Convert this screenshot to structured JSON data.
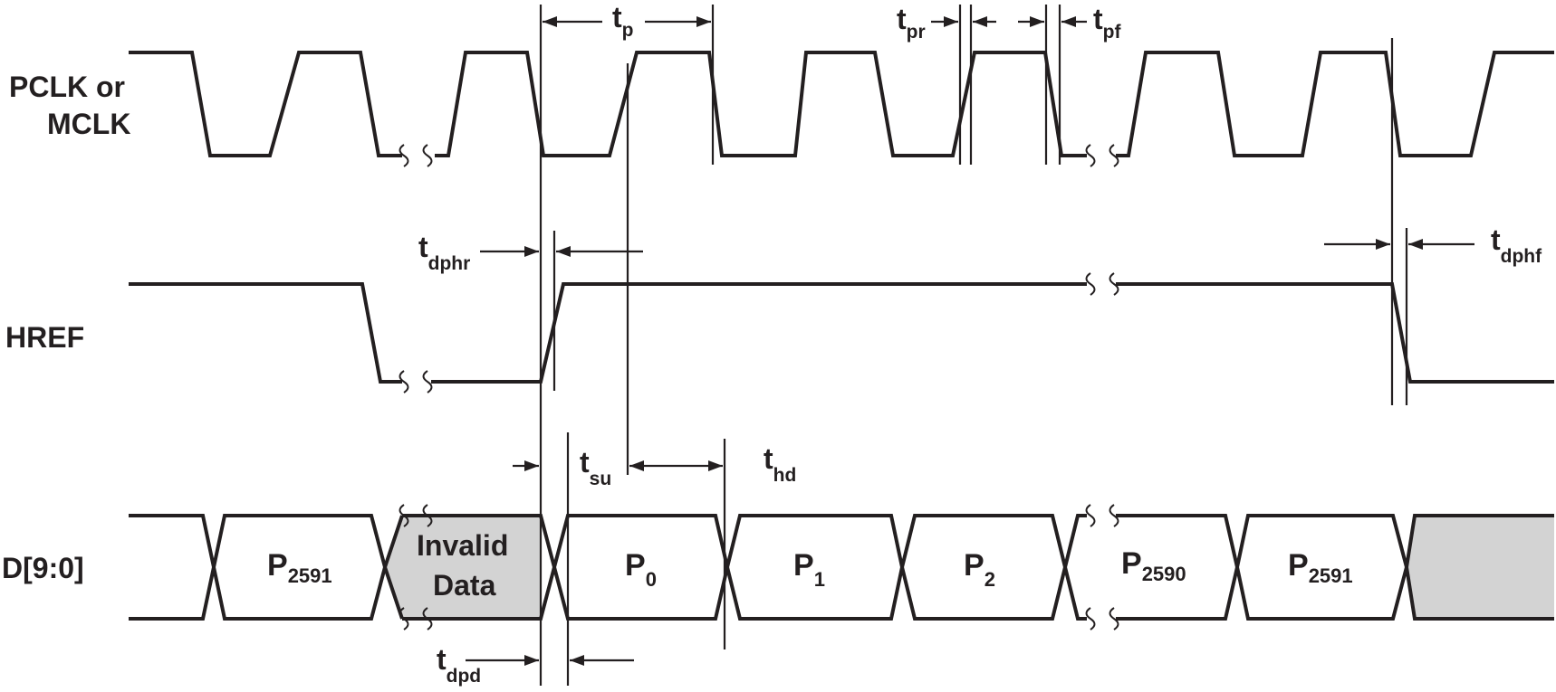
{
  "signals": {
    "pclk_line1": "PCLK or",
    "pclk_line2": "MCLK",
    "href": "HREF",
    "data": "D[9:0]"
  },
  "timing_params": {
    "tp": {
      "main": "t",
      "sub": "p"
    },
    "tpr": {
      "main": "t",
      "sub": "pr"
    },
    "tpf": {
      "main": "t",
      "sub": "pf"
    },
    "tdphr": {
      "main": "t",
      "sub": "dphr"
    },
    "tdphf": {
      "main": "t",
      "sub": "dphf"
    },
    "tsu": {
      "main": "t",
      "sub": "su"
    },
    "thd": {
      "main": "t",
      "sub": "hd"
    },
    "tdpd": {
      "main": "t",
      "sub": "dpd"
    }
  },
  "data_cells": [
    {
      "main": "P",
      "sub": "2591"
    },
    {
      "line1": "Invalid",
      "line2": "Data",
      "shaded": true
    },
    {
      "main": "P",
      "sub": "0"
    },
    {
      "main": "P",
      "sub": "1"
    },
    {
      "main": "P",
      "sub": "2"
    },
    {
      "main": "P",
      "sub": "2590"
    },
    {
      "main": "P",
      "sub": "2591"
    },
    {
      "shaded": true
    }
  ],
  "colors": {
    "ink": "#231f20",
    "shade": "#d3d3d3",
    "background": "#ffffff"
  }
}
